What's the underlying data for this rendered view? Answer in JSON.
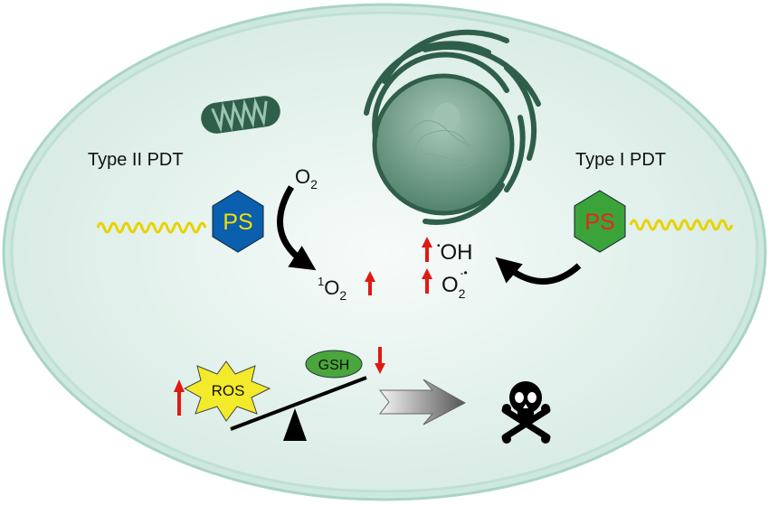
{
  "labels": {
    "type2": "Type II PDT",
    "type1": "Type I PDT",
    "ps_left": "PS",
    "ps_right": "PS",
    "o2": "O",
    "o2_sub": "2",
    "singlet_sup": "1",
    "singlet": "O",
    "singlet_sub": "2",
    "hydroxyl_dot": "•",
    "hydroxyl": "OH",
    "superoxide": "O",
    "superoxide_sub": "2",
    "superoxide_sup": "-•",
    "ros": "ROS",
    "gsh": "GSH"
  },
  "colors": {
    "cell_fill": "#e4f1ec",
    "cell_border": "#b5dbd0",
    "organelle": "#2f5e4a",
    "ps_left_fill": "#0a5fae",
    "ps_left_text": "#f2e000",
    "ps_right_fill": "#3aa33a",
    "ps_right_text": "#e8261b",
    "light_wave": "#e8d200",
    "increase_arrow": "#e01a12",
    "ros_fill": "#f2ea2a",
    "gsh_fill": "#4aa63a"
  }
}
